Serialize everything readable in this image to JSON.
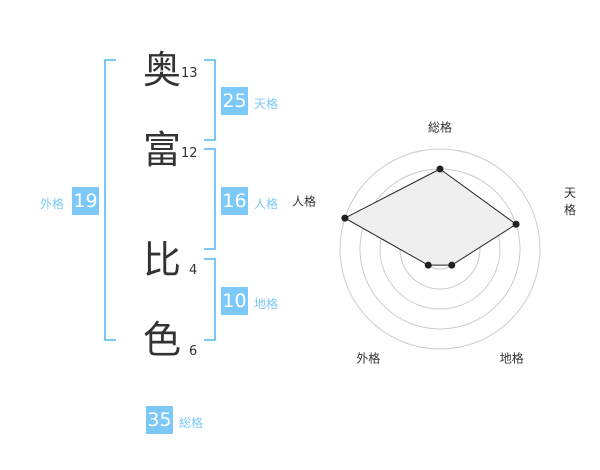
{
  "name": {
    "chars": [
      {
        "char": "奥",
        "strokes": "13"
      },
      {
        "char": "富",
        "strokes": "12"
      },
      {
        "char": "比",
        "strokes": "4"
      },
      {
        "char": "色",
        "strokes": "6"
      }
    ]
  },
  "kaku": {
    "tenkaku": {
      "label": "天格",
      "value": "25"
    },
    "jinkaku": {
      "label": "人格",
      "value": "16"
    },
    "chikaku": {
      "label": "地格",
      "value": "10"
    },
    "gaikaku": {
      "label": "外格",
      "value": "19"
    },
    "soukaku": {
      "label": "総格",
      "value": "35"
    }
  },
  "chart_data": {
    "type": "radar",
    "axes": [
      "総格",
      "天格",
      "地格",
      "外格",
      "人格"
    ],
    "values": [
      4,
      4,
      1,
      1,
      5
    ],
    "rmax": 5,
    "rings": 5,
    "colors": {
      "fill": "#efefef",
      "line": "#222222",
      "ring": "#cccccc",
      "accent": "#7cc8f8"
    }
  }
}
